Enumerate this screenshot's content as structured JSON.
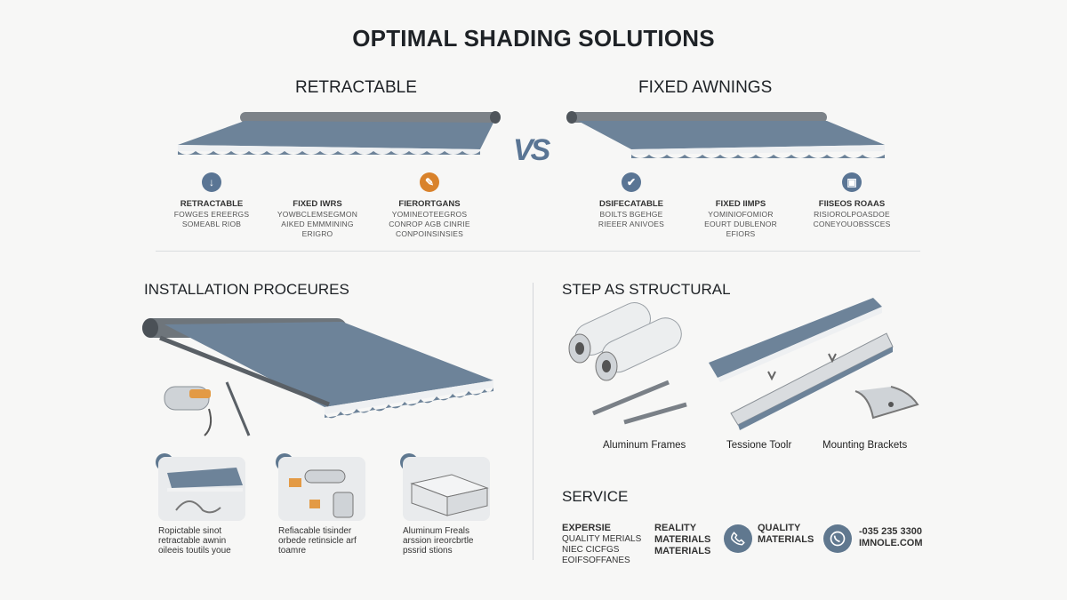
{
  "title": "OPTIMAL SHADING SOLUTIONS",
  "comparison": {
    "left_heading": "RETRACTABLE",
    "right_heading": "FIXED AWNINGS",
    "vs": "VS",
    "left_features": [
      {
        "icon": "arrow-down-icon",
        "color": "#5a7594",
        "title": "RETRACTABLE",
        "desc": [
          "FOWGES EREERGS",
          "SOMEABL RIOB"
        ]
      },
      {
        "icon": "blank-icon",
        "color": "#ffffff",
        "title": "FIXED IWRS",
        "desc": [
          "YOWBCLEMSEGMON",
          "AIKED EMMMINING",
          "ERIGRO"
        ]
      },
      {
        "icon": "pencil-icon",
        "color": "#d9822b",
        "title": "FIERORTGANS",
        "desc": [
          "YOMINEOTEEGROS",
          "CONROP AGB CINRIE",
          "CONPOINSINSIES"
        ]
      }
    ],
    "right_features": [
      {
        "icon": "check-icon",
        "color": "#5a7594",
        "title": "DSIFECATABLE",
        "desc": [
          "BOILTS BGEHGE",
          "RIEEER ANIVOES"
        ]
      },
      {
        "icon": "blank-icon",
        "color": "#ffffff",
        "title": "FIXED IIMPS",
        "desc": [
          "YOMINIOFOMIOR",
          "EOURT DUBLENOR",
          "EFIORS"
        ]
      },
      {
        "icon": "tag-icon",
        "color": "#5a7594",
        "title": "FIISEOS ROAAS",
        "desc": [
          "RISIOROLPOASDOE",
          "CONEYOUOBSSCES"
        ]
      }
    ]
  },
  "installation": {
    "heading": "INSTALLATION PROCEURES",
    "steps": [
      {
        "number": "1",
        "caption": [
          "Ropictable sinot",
          "retractable awnin",
          "oileeis toutils youe"
        ]
      },
      {
        "number": "4",
        "caption": [
          "Refiacable tisinder",
          "orbede retinsicle arf",
          "toamre"
        ]
      },
      {
        "number": "3",
        "caption": [
          "Aluminum Freals",
          "arssion ireorcbrtle",
          "pssrid stions"
        ]
      }
    ]
  },
  "structural": {
    "heading": "STEP AS STRUCTURAL",
    "parts": [
      "Aluminum Frames",
      "Tessione Toolr",
      "Mounting Brackets"
    ]
  },
  "service": {
    "heading": "SERVICE",
    "col1_title": "EXPERSIE",
    "col1_lines": [
      "QUALITY MERIALS",
      "NIEC CICFGS",
      "EOIFSOFFANES"
    ],
    "col2_lines": [
      "REALITY",
      "MATERIALS",
      "MATERIALS"
    ],
    "col3_lines": [
      "QUALITY",
      "MATERIALS"
    ],
    "contact_phone": "-035 235 3300",
    "contact_site": "IMNOLE.COM"
  },
  "colors": {
    "accent": "#5f7890",
    "fabric": "#6d8399",
    "orange": "#d9822b"
  }
}
